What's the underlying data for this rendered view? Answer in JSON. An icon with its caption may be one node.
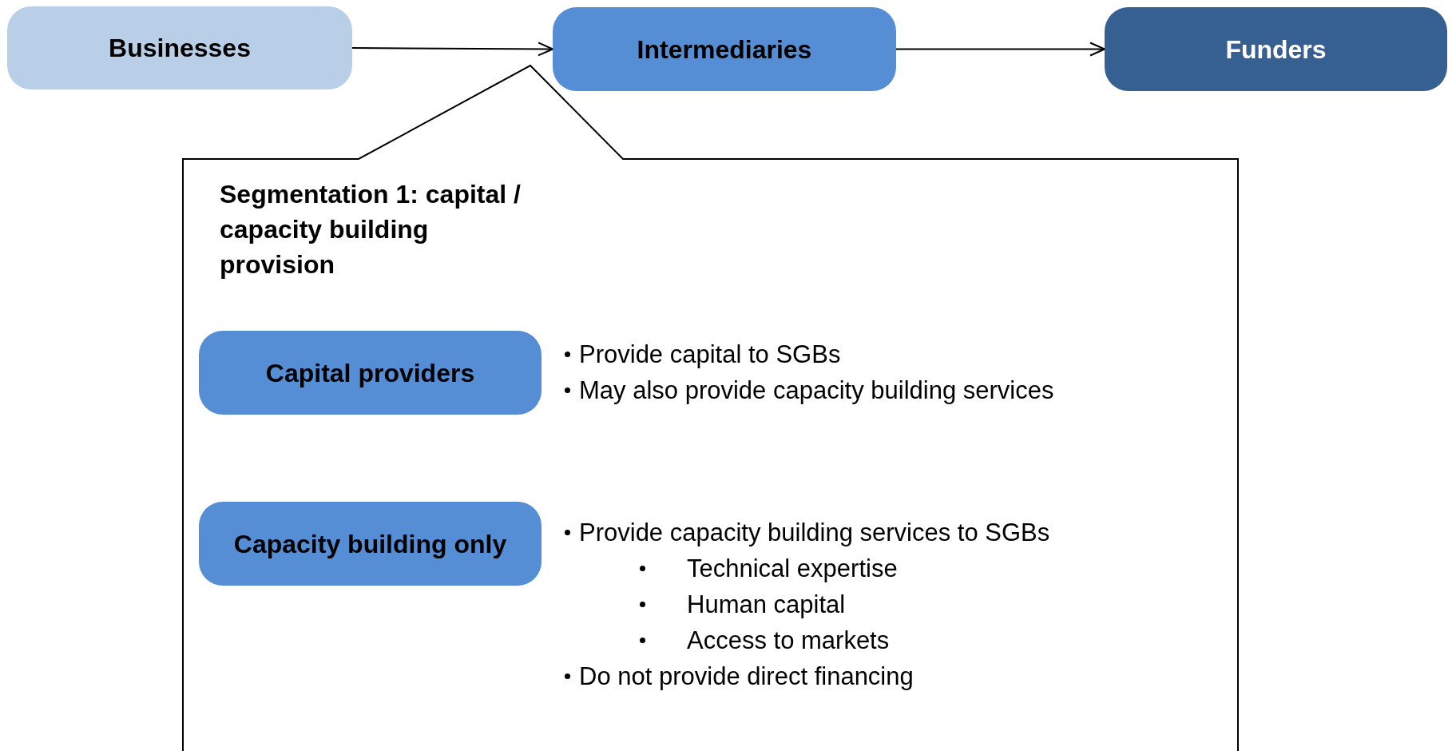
{
  "diagram": {
    "nodes": [
      {
        "text": [
          "Businesses"
        ]
      },
      {
        "text": [
          "Intermediaries"
        ]
      },
      {
        "text": [
          "Funders"
        ]
      },
      {
        "text": [
          "Segmentation 1: capital / capacity building provision"
        ]
      },
      {
        "text": [
          "Capital providers"
        ],
        "in": 3,
        "beside": [
          "Provide capital to SGBs",
          "May also provide capacity building services"
        ]
      },
      {
        "text": [
          "Capacity building only"
        ],
        "in": 3,
        "beside": [
          "Provide capacity building services to SGBs",
          "Technical expertise",
          "Human capital",
          "Access to markets",
          "Do not provide direct financing"
        ]
      }
    ],
    "edges": [
      {
        "from": 0,
        "to": 1,
        "arrow": "to"
      },
      {
        "from": 1,
        "to": 2,
        "arrow": "to"
      }
    ]
  }
}
